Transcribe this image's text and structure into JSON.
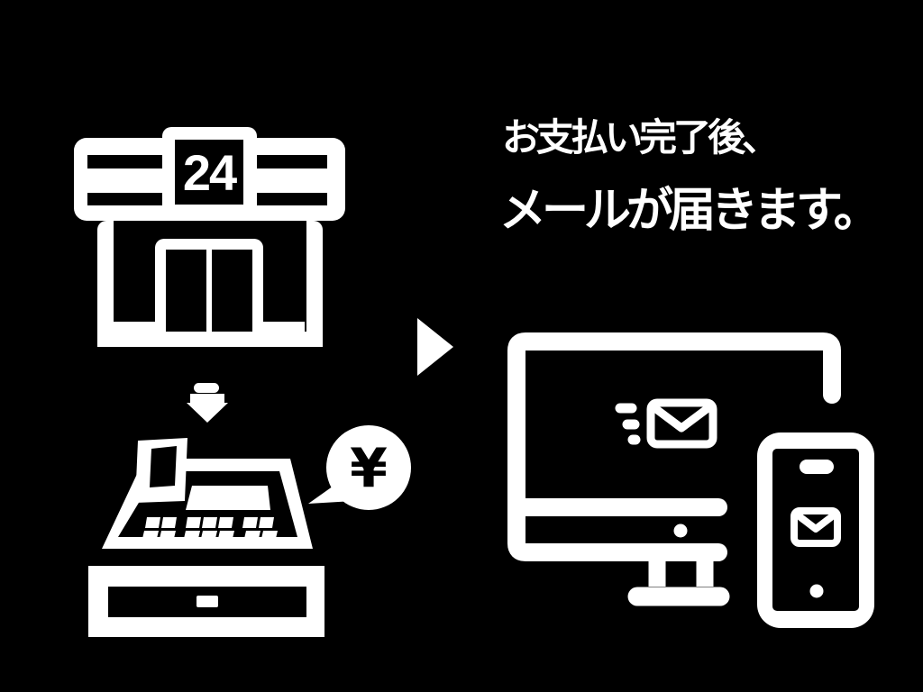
{
  "scene": {
    "background_color": "#000000",
    "foreground_color": "#ffffff",
    "heading": {
      "line1": "お支払い完了後、",
      "line2": "メールが届きます。"
    },
    "store": {
      "icon": "convenience-store-icon",
      "sign_text": "24"
    },
    "flow": {
      "down_arrow_icon": "down-arrow-icon",
      "right_arrow_icon": "right-triangle-icon"
    },
    "register": {
      "icon": "cash-register-icon",
      "bubble": {
        "icon": "yen-speech-bubble-icon",
        "symbol": "¥"
      }
    },
    "devices": {
      "monitor_icon": "desktop-monitor-icon",
      "sending_mail_icon": "email-send-icon",
      "phone_icon": "smartphone-icon",
      "phone_mail_icon": "email-icon"
    }
  }
}
